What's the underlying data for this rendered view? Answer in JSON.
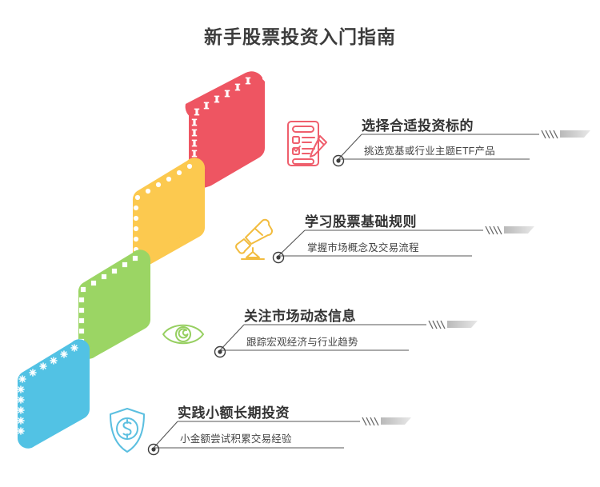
{
  "page": {
    "title": "新手股票投资入门指南",
    "background": "#ffffff",
    "title_color": "#3c3c3c"
  },
  "chart_data": {
    "type": "diagram",
    "subtype": "staircase-infographic",
    "title": "新手股票投资入门指南",
    "step_count": 4,
    "direction": "ascending-left-to-right-bottom-to-top",
    "steps": [
      {
        "order": 4,
        "heading": "选择合适投资标的",
        "description": "挑选宽基或行业主题ETF产品",
        "color": "#ee5562",
        "color_name": "red",
        "icon": "clipboard-checklist-pencil-icon",
        "accent_pattern": "i-bar-dashes"
      },
      {
        "order": 3,
        "heading": "学习股票基础规则",
        "description": "掌握市场概念及交易流程",
        "color": "#fcc94f",
        "color_name": "yellow",
        "icon": "telescope-icon",
        "accent_pattern": "round-dots"
      },
      {
        "order": 2,
        "heading": "关注市场动态信息",
        "description": "跟踪宏观经济与行业趋势",
        "color": "#9bd564",
        "color_name": "green",
        "icon": "eye-icon",
        "accent_pattern": "square-dots"
      },
      {
        "order": 1,
        "heading": "实践小额长期投资",
        "description": "小金额尝试积累交易经验",
        "color": "#52c2e4",
        "color_name": "blue",
        "icon": "shield-dollar-icon",
        "accent_pattern": "asterisks"
      }
    ],
    "line_color": "#555555",
    "marker": "ring-with-dot",
    "end_cap": "hatched-gradient-bar"
  }
}
